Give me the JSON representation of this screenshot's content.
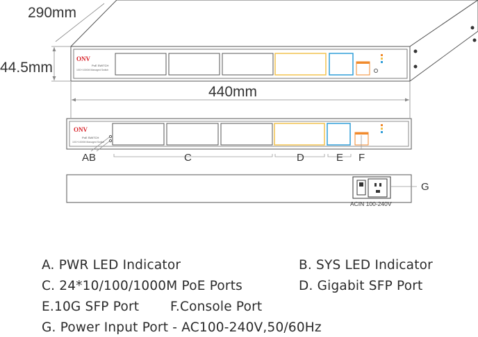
{
  "dimensions": {
    "depth": "290mm",
    "height": "44.5mm",
    "width": "440mm"
  },
  "front_panel": {
    "brand": "ONV",
    "model_line": "PoE SWITCH",
    "sub_line": "10G+1000M Managed Switch"
  },
  "rear_panel": {
    "power_label": "ACIN 100-240V"
  },
  "callouts": {
    "ab": "AB",
    "c": "C",
    "d": "D",
    "e": "E",
    "f": "F",
    "g": "G"
  },
  "legend": {
    "a": "A. PWR LED Indicator",
    "b": "B. SYS LED Indicator",
    "c": "C. 24*10/100/1000M PoE Ports",
    "d": "D. Gigabit SFP Port",
    "e": "E.10G SFP Port",
    "f": "F.Console Port",
    "g": "G. Power Input Port - AC100-240V,50/60Hz"
  },
  "colors": {
    "line": "#555555",
    "sfp_gigabit": "#f2c24f",
    "sfp_10g": "#2f9ed8",
    "console": "#f08a2c",
    "brand_red": "#d8232a"
  }
}
